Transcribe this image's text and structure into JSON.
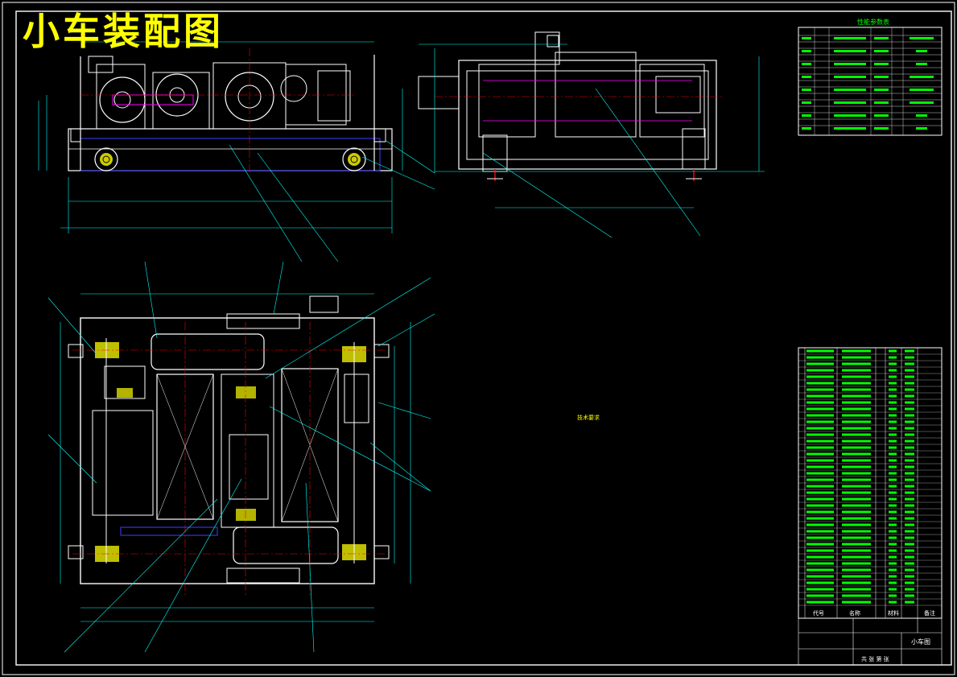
{
  "drawing": {
    "title": "小车装配图",
    "drawing_name": "小车图"
  },
  "tech_requirements": {
    "heading": "技术要求"
  },
  "param_table": {
    "heading": "性能参数表"
  },
  "title_block": {
    "header_code": "代号",
    "header_name": "名称",
    "header_material": "材料",
    "header_remark": "备注",
    "sheet_label": "共 张 第 张"
  },
  "colors": {
    "background": "#000000",
    "frame": "#ffffff",
    "outline": "#ffffff",
    "leader": "#00ffff",
    "centerline": "#ff0000",
    "hidden": "#ff00ff",
    "dimension": "#00ffff",
    "title": "#ffff00",
    "table_text": "#00ff00",
    "part_blue": "#4040ff"
  }
}
